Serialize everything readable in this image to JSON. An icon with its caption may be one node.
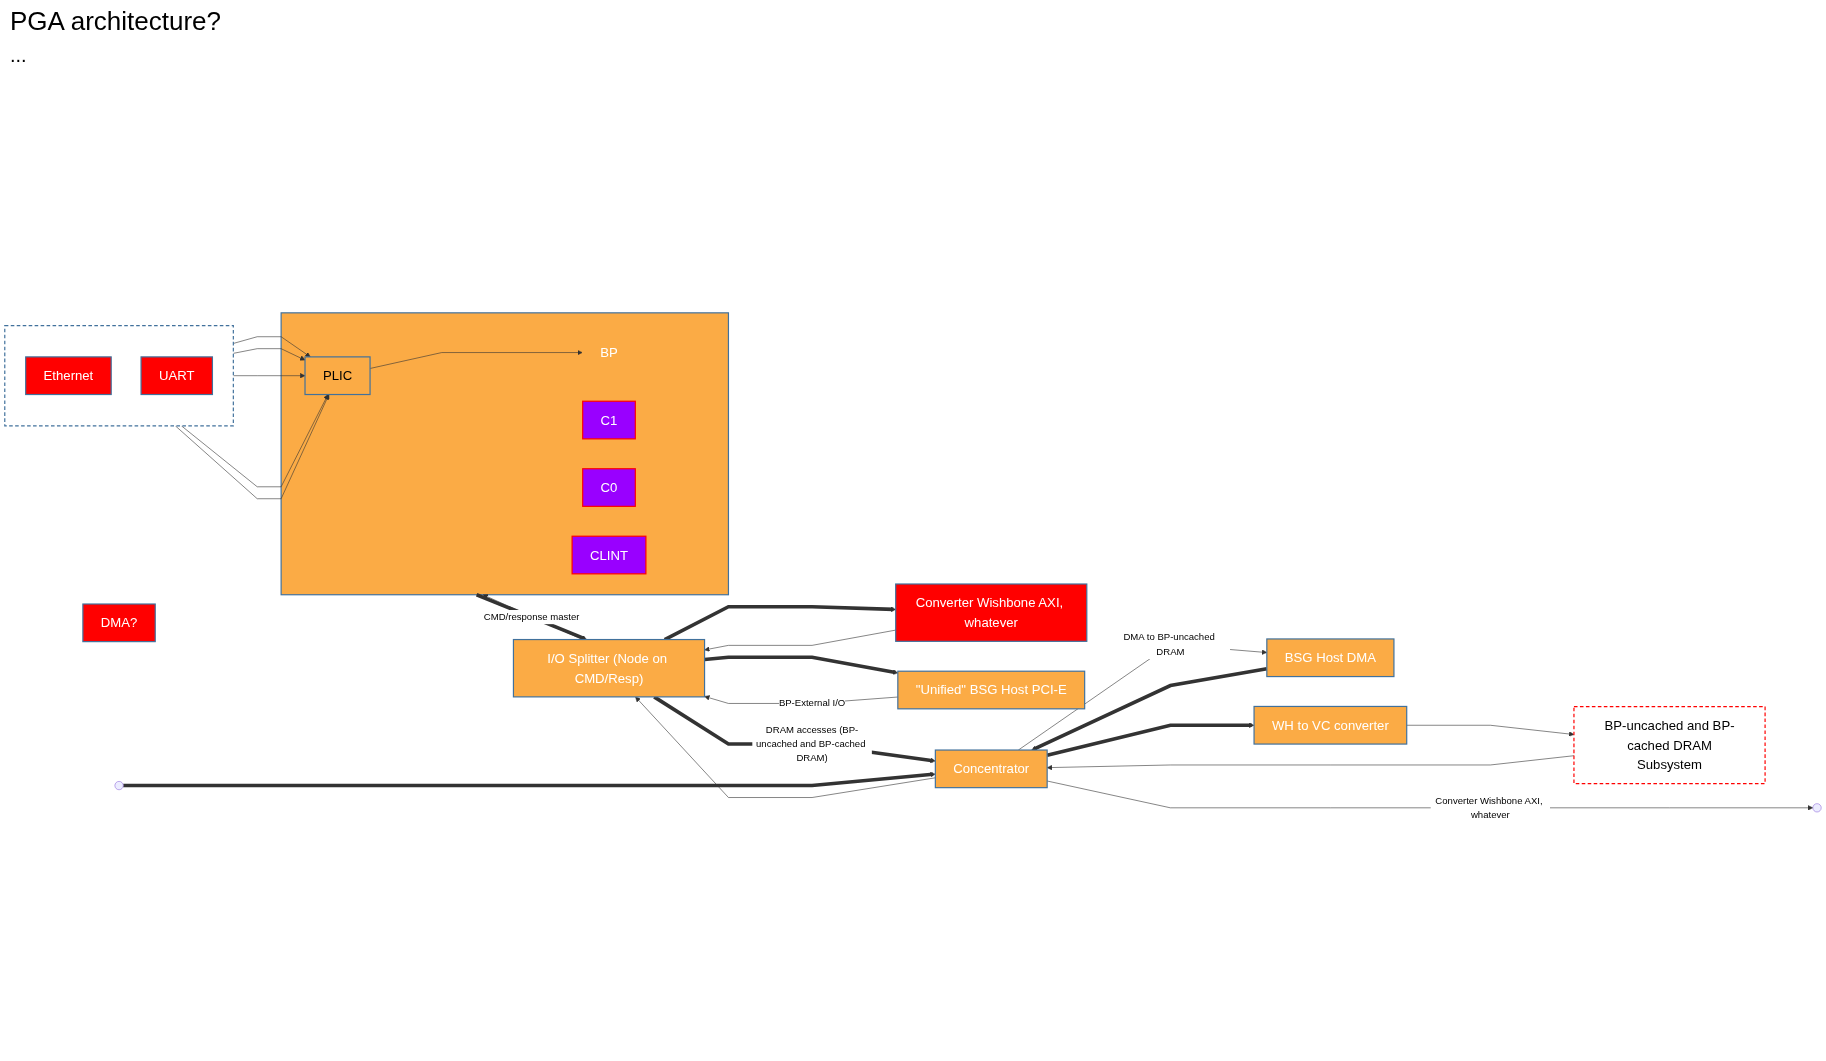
{
  "diagram": {
    "title": "PGA architecture?",
    "nodes": [
      {
        "text": [],
        "shape": "box"
      },
      {
        "text": [
          "Ethernet"
        ],
        "in": 0
      },
      {
        "text": [
          "UART"
        ],
        "in": 0
      },
      {
        "text": [
          "Converter Wishbone AXI, whatever"
        ]
      },
      {
        "text": [
          "\"Unified\" BSG Host PCI-E"
        ]
      },
      {
        "text": [
          "BSG Host DMA"
        ]
      },
      {
        "text": [
          "DMA?"
        ]
      },
      {
        "text": [],
        "shape": "box"
      },
      {
        "text": [
          "PLIC"
        ],
        "in": 7
      },
      {
        "text": [
          "BP"
        ],
        "in": 7
      },
      {
        "text": [
          "C1"
        ],
        "in": 7
      },
      {
        "text": [
          "C0"
        ],
        "in": 7
      },
      {
        "text": [
          "CLINT"
        ],
        "in": 7
      },
      {
        "text": [
          "I/O Splitter (Node on CMD/Resp)"
        ]
      },
      {
        "text": [
          "Concentrator"
        ]
      },
      {
        "text": [
          "WH to VC converter"
        ]
      },
      {
        "text": [
          "BP-uncached and BP-cached DRAM",
          "Subsystem"
        ]
      }
    ],
    "edges": [
      {
        "from": 0,
        "to": 8,
        "arrow": "to"
      },
      {
        "from": 0,
        "to": 8,
        "arrow": "to"
      },
      {
        "from": 0,
        "to": 8,
        "arrow": "to"
      },
      {
        "from": 0,
        "to": 8,
        "arrow": "to"
      },
      {
        "from": 0,
        "to": 8,
        "arrow": "to"
      },
      {
        "from": 8,
        "to": 9,
        "arrow": "to"
      },
      {
        "from": 3,
        "to": 13,
        "arrow": "to"
      },
      {
        "from": 13,
        "to": 3,
        "arrow": "to",
        "style": "thick"
      },
      {
        "from": 13,
        "to": 7,
        "arrow": "to"
      },
      {
        "from": 7,
        "to": 13,
        "arrow": "to",
        "style": "thick",
        "label": "CMD/response master"
      },
      {
        "from": 4,
        "to": 13,
        "arrow": "to",
        "label": "BP-External I/O"
      },
      {
        "from": 13,
        "to": 4,
        "arrow": "to",
        "style": "thick"
      },
      {
        "from": 13,
        "to": 14,
        "arrow": "to",
        "style": "thick",
        "label": "DRAM accesses (BP-uncached and BP-cached DRAM)"
      },
      {
        "from": 14,
        "to": 13,
        "arrow": "to"
      },
      {
        "from": 5,
        "to": 14,
        "arrow": "to",
        "style": "thick"
      },
      {
        "from": 14,
        "to": 5,
        "arrow": "to",
        "label": "DMA to BP-uncached DRAM"
      },
      {
        "from": null,
        "to": 14,
        "arrow": "to",
        "style": "thick"
      },
      {
        "from": 14,
        "to": null,
        "arrow": "to",
        "label": "Converter Wishbone AXI, whatever"
      },
      {
        "from": 14,
        "to": 15,
        "arrow": "to",
        "style": "thick"
      },
      {
        "from": 15,
        "to": 16,
        "arrow": "to"
      },
      {
        "from": 16,
        "to": 14,
        "arrow": "to"
      }
    ],
    "labels": [
      "..."
    ]
  }
}
